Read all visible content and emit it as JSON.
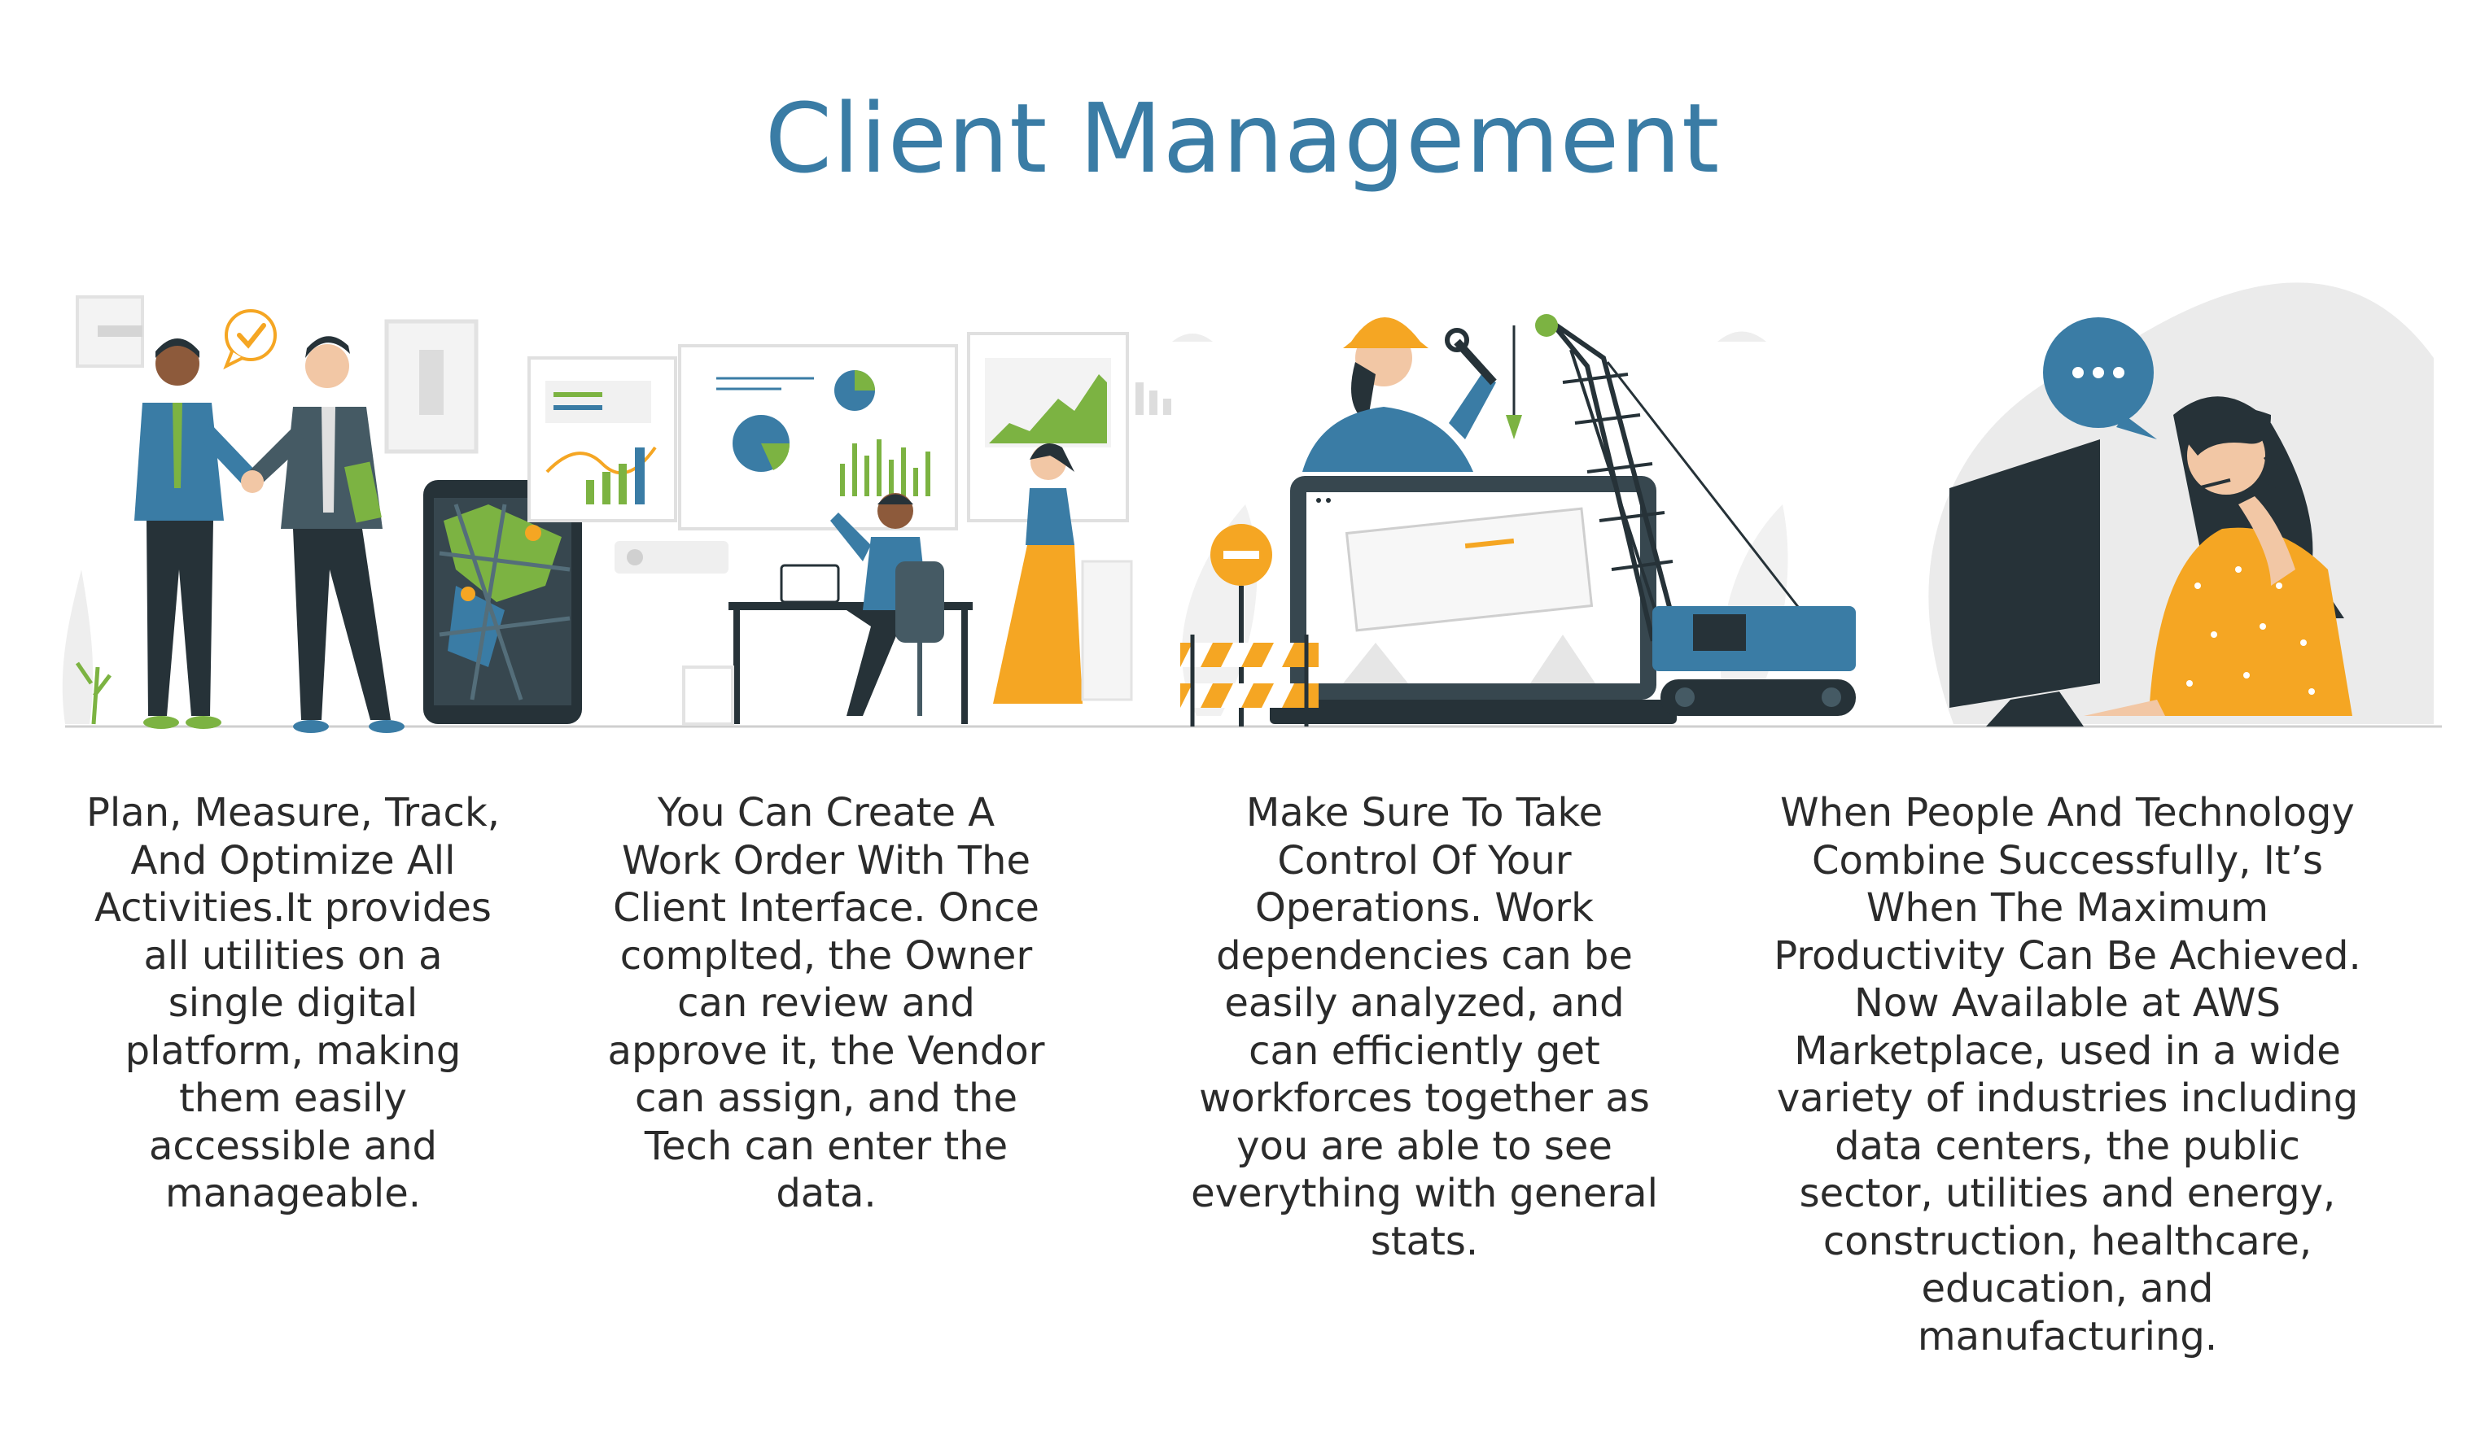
{
  "header": {
    "title": "Client Management"
  },
  "columns": [
    {
      "text": "Plan, Measure, Track, And Optimize All Activities.It provides all utilities on a single digital platform, making them easily accessible and manageable."
    },
    {
      "text": "You Can Create A Work Order With The Client Interface. Once complted, the Owner can review and approve it, the Vendor can assign, and the Tech can enter the data."
    },
    {
      "text": "Make Sure To Take Control Of Your Operations. Work dependencies can be easily analyzed, and can efficiently get workforces together as you are able to see everything with general stats."
    },
    {
      "text": "When People And Technology Combine Successfully, It’s When The Maximum Productivity Can Be Achieved. Now Available at AWS Marketplace, used in a wide variety of industries including data centers, the public sector, utilities and energy, construction, healthcare, education, and manufacturing."
    }
  ],
  "colors": {
    "title": "#3a7ca5",
    "navy": "#263238",
    "blue": "#3a7ca5",
    "orange": "#f5a623",
    "green": "#7cb342",
    "light": "#ebebeb"
  },
  "icons": [
    "handshake-illustration",
    "checkmark-bubble-icon",
    "map-tablet-illustration",
    "dashboard-charts-illustration",
    "construction-worker-illustration",
    "crane-illustration",
    "road-barrier-illustration",
    "support-agent-illustration",
    "chat-bubble-icon"
  ]
}
